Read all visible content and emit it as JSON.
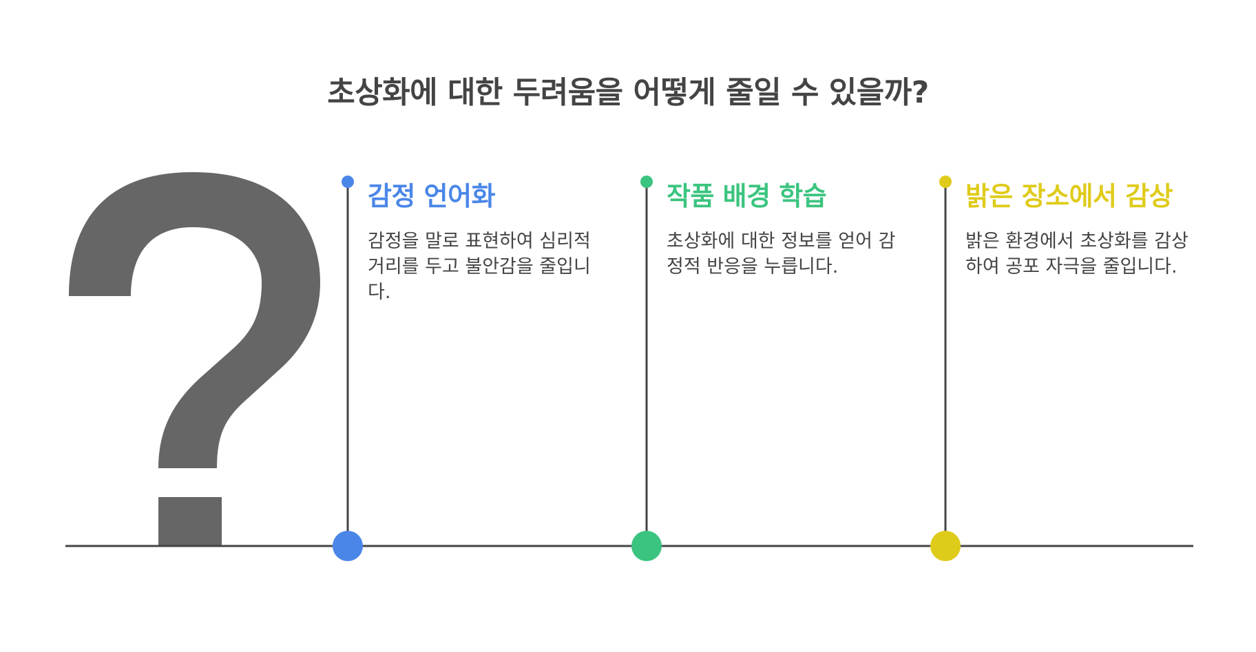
{
  "title": "초상화에 대한 두려움을 어떻게 줄일 수 있을까?",
  "colors": {
    "ink": "#444444",
    "line": "#444444",
    "question_mark": "#666666"
  },
  "steps": [
    {
      "heading": "감정 언어화",
      "description": "감정을 말로 표현하여 심리적 거리를 두고 불안감을 줄입니다.",
      "color": "#4a86e8"
    },
    {
      "heading": "작품 배경 학습",
      "description": "초상화에 대한 정보를 얻어 감정적 반응을 누릅니다.",
      "color": "#3bc47f"
    },
    {
      "heading": "밝은 장소에서 감상",
      "description": "밝은 환경에서 초상화를 감상하여 공포 자극을 줄입니다.",
      "color": "#dfcb1a"
    }
  ]
}
